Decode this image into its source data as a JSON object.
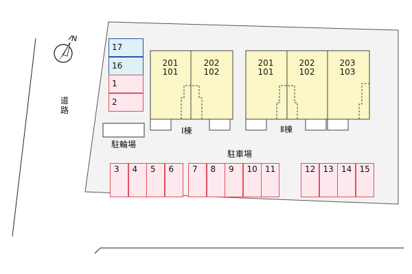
{
  "road_label": "道路",
  "bike_label": "駐輪場",
  "parking_label": "駐車場",
  "building_1": {
    "label": "Ⅰ棟",
    "units": [
      {
        "upper": "201",
        "lower": "101"
      },
      {
        "upper": "202",
        "lower": "102"
      }
    ]
  },
  "building_2": {
    "label": "Ⅱ棟",
    "units": [
      {
        "upper": "201",
        "lower": "101"
      },
      {
        "upper": "202",
        "lower": "102"
      },
      {
        "upper": "203",
        "lower": "103"
      }
    ]
  },
  "side_spaces": [
    "17",
    "16",
    "1",
    "2"
  ],
  "parking_rows": [
    [
      "3",
      "4",
      "5",
      "6"
    ],
    [
      "7",
      "8",
      "9",
      "10",
      "11"
    ],
    [
      "12",
      "13",
      "14",
      "15"
    ]
  ],
  "compass": {
    "letter": "N"
  },
  "colors": {
    "lot": "#f3f3f3",
    "building": "#fbf7c6",
    "parking_fill": "#fde8ee",
    "parking_border": "#e0505f",
    "blue_fill": "#ddf1f7",
    "blue_border": "#2f4fa8"
  }
}
